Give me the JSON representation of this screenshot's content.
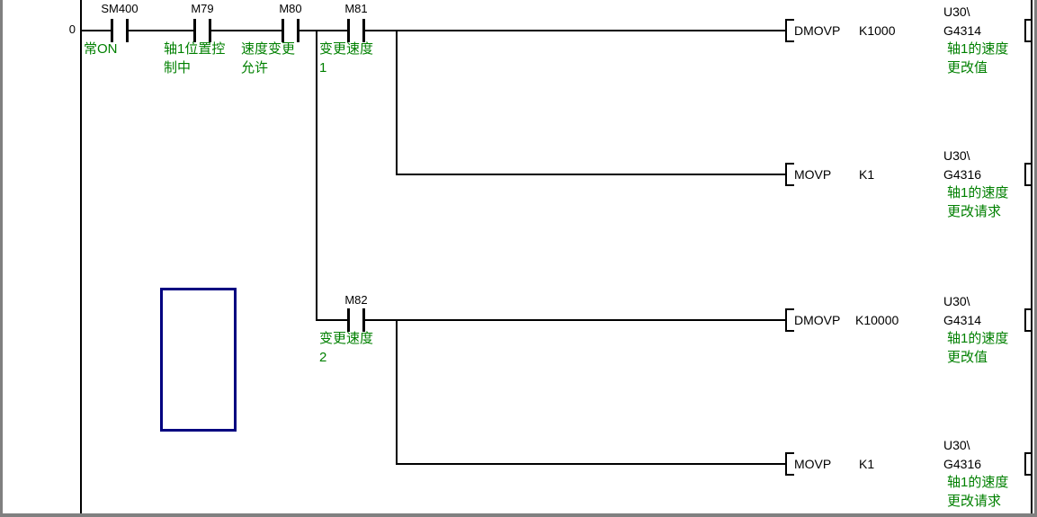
{
  "editor": {
    "step_number": "0",
    "colors": {
      "wire": "#000000",
      "comment_text": "#008000",
      "device_label_text": "#000000",
      "selection_cursor": "#000080",
      "window_border": "#808080",
      "background": "#ffffff"
    }
  },
  "contacts": [
    {
      "label": "SM400",
      "comment_line1": "常ON",
      "comment_line2": ""
    },
    {
      "label": "M79",
      "comment_line1": "轴1位置控",
      "comment_line2": "制中"
    },
    {
      "label": "M80",
      "comment_line1": "速度变更",
      "comment_line2": "允许"
    },
    {
      "label": "M81",
      "comment_line1": "变更速度",
      "comment_line2": "1"
    },
    {
      "label": "M82",
      "comment_line1": "变更速度",
      "comment_line2": "2"
    }
  ],
  "instructions": [
    {
      "mnemonic": "DMOVP",
      "operand": "K1000",
      "device_line1": "U30\\",
      "device_line2": "G4314",
      "comment_line1": "轴1的速度",
      "comment_line2": "更改值"
    },
    {
      "mnemonic": "MOVP",
      "operand": "K1",
      "device_line1": "U30\\",
      "device_line2": "G4316",
      "comment_line1": "轴1的速度",
      "comment_line2": "更改请求"
    },
    {
      "mnemonic": "DMOVP",
      "operand": "K10000",
      "device_line1": "U30\\",
      "device_line2": "G4314",
      "comment_line1": "轴1的速度",
      "comment_line2": "更改值"
    },
    {
      "mnemonic": "MOVP",
      "operand": "K1",
      "device_line1": "U30\\",
      "device_line2": "G4316",
      "comment_line1": "轴1的速度",
      "comment_line2": "更改请求"
    }
  ]
}
